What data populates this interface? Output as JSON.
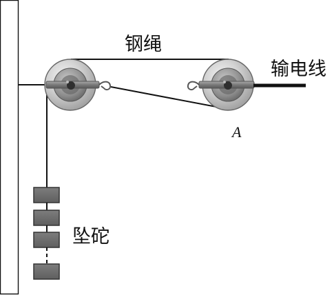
{
  "labels": {
    "rope": "钢绳",
    "power_line": "输电线",
    "counterweight": "坠砣",
    "point_a": "A"
  },
  "colors": {
    "line": "#111111",
    "pulley_outer": "#c8c8c8",
    "pulley_inner": "#8f8f8f",
    "pulley_hub": "#5e5e5e",
    "bracket": "#777777",
    "weight": "#666666",
    "background": "#ffffff"
  },
  "icons": {
    "left_pulley": "pulley-wheel-icon",
    "right_pulley": "pulley-wheel-icon",
    "hook": "hook-icon"
  }
}
